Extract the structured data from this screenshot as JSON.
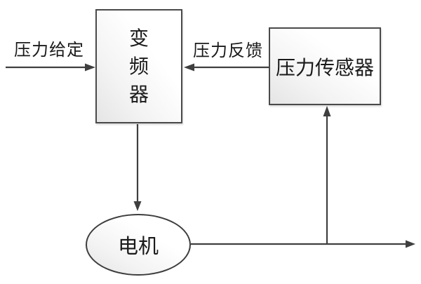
{
  "diagram": {
    "type": "block-diagram",
    "subject": "pressure-closed-loop-control",
    "nodes": {
      "converter": {
        "label": "变频器",
        "chars": [
          "变",
          "频",
          "器"
        ],
        "shape": "rect"
      },
      "sensor": {
        "label": "压力传感器",
        "shape": "rect"
      },
      "motor": {
        "label": "电机",
        "shape": "ellipse"
      }
    },
    "edges": [
      {
        "id": "setpoint-arrow",
        "from": "external-input",
        "to": "converter",
        "label": "压力给定"
      },
      {
        "id": "feedback-arrow",
        "from": "sensor",
        "to": "converter",
        "label": "压力反馈"
      },
      {
        "id": "drive-arrow",
        "from": "converter",
        "to": "motor",
        "label": ""
      },
      {
        "id": "output-arrow",
        "from": "motor",
        "to": "external-output",
        "label": ""
      },
      {
        "id": "sense-arrow",
        "from": "output-line",
        "to": "sensor",
        "label": ""
      }
    ],
    "colors": {
      "line": "#3f3f3f",
      "node_border": "#4a4a4a",
      "node_fill_top": "#ffffff",
      "node_fill_bottom": "#e5e5e5",
      "text": "#1a1a1a",
      "background": "#ffffff"
    }
  }
}
